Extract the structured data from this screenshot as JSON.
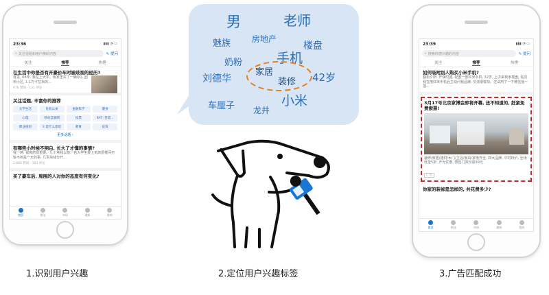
{
  "colors": {
    "accent": "#1a73c8",
    "tag_text": "#2c6fbd",
    "bubble_bg": "#d7e5f5",
    "ad_border": "#c62828",
    "highlight_ellipse": "#e8801e"
  },
  "phone1": {
    "status_time": "23:36",
    "search_placeholder": "关注话题和用户精彩内容",
    "ask_label": "提问",
    "tabs": [
      "关注",
      "推荐",
      "热榜"
    ],
    "card1": {
      "title": "在生活中你是否有开豪价车时被歧视的经历?",
      "text": "有意, 08年, 我在上大学。我家里买了一辆QQ, 回到小区, 1.1万卡拉米的...",
      "meta": "976 赞同 · 131 评论"
    },
    "card2": {
      "title": "关注话题, 丰富你的推荐",
      "chips": [
        "大学生活",
        "危机公关",
        "金融科学",
        "健身",
        "心理",
        "移动互联网",
        "投票",
        "BAT (百度...",
        "职业规划",
        "E 是什么意思",
        "教育",
        "投资"
      ],
      "more": "更多话题 ›"
    },
    "card3": {
      "title": "有哪些小时候不明白, 长大了才懂的事情?",
      "text": "我一两: 钱真的很重要。几十块钱以前一名大学生要上到高层楼间打饭不到是一天的事, 几百块钱分开...",
      "meta": "2,866 赞同 · 163 评论"
    },
    "card4": {
      "title": "买了豪车后, 周围的人对你的态度有何变化?"
    },
    "nav": [
      "首页",
      "想法",
      "市场",
      "通知",
      "我的"
    ]
  },
  "bubble_tags": [
    "男",
    "老师",
    "魅族",
    "房地产",
    "楼盘",
    "奶粉",
    "手机",
    "家居",
    "装修",
    "42岁",
    "刘德华",
    "小米",
    "车厘子",
    "龙井"
  ],
  "phone3": {
    "status_time": "23:39",
    "search_placeholder": "搜索你感兴趣的内容",
    "ask_label": "提问",
    "tabs": [
      "关注",
      "推荐",
      "热榜"
    ],
    "card1": {
      "title": "如何吸附别人购买小米手机?",
      "text": "翻松夕阳: 开保时捷, 配置一部红米手机, 32岁, 上次来我家楼盘, 看见我在用红米手机后主动问我品牌, 交流很愉快。还试用了一下微信摇一摇..."
    },
    "ad": {
      "title": "3月17号北京家博会即将开幕, 还不知道的, 赶紧免费索票!",
      "text": "装修/家居/建材/木门/卫浴/家具/家电齐全, 四大品牌, 平时特价, 全场低至5折, 开光优惠, 预售门票仅需99元",
      "tag": "广告"
    },
    "card3": {
      "title": "你家的装修是怎样的, 共花费多少?"
    },
    "nav": [
      "首页",
      "想法",
      "市场",
      "通知",
      "我的"
    ]
  },
  "captions": [
    "1.识别用户兴趣",
    "2.定位用户兴趣标签",
    "3.广告匹配成功"
  ]
}
